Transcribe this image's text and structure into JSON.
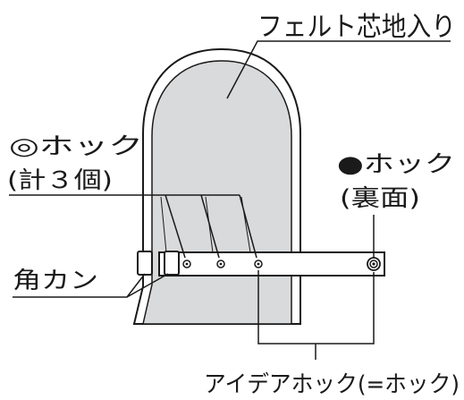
{
  "labels": {
    "felt": "フェルト芯地入り",
    "hook_a_line1": "◎ホック",
    "hook_a_line2": "(計３個)",
    "hook_b_line1": "●ホック",
    "hook_b_line2": "(裏面)",
    "ring": "角カン",
    "idea_hook": "アイデアホック(=ホック)"
  },
  "colors": {
    "mitt_fill": "#d9dadb",
    "line": "#1a1a1a",
    "strap_fill": "#ffffff"
  }
}
